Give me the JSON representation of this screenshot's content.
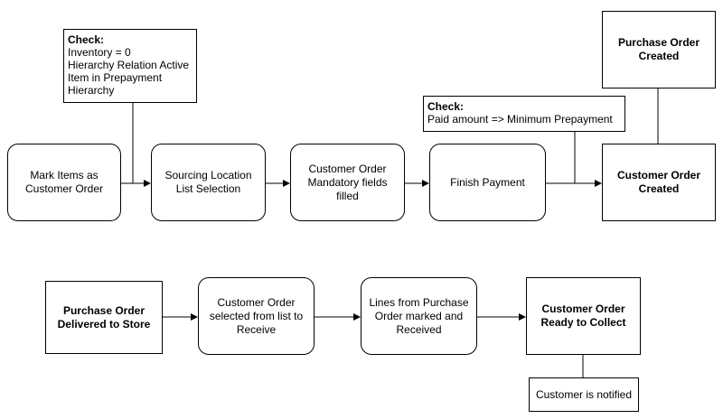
{
  "checks": {
    "inventory": {
      "title": "Check:",
      "lines": "Inventory = 0\nHierarchy Relation Active\nItem in Prepayment\nHierarchy"
    },
    "payment": {
      "title": "Check:",
      "lines": "Paid amount => Minimum Prepayment"
    }
  },
  "row1": {
    "mark_items": "Mark Items as\nCustomer Order",
    "sourcing": "Sourcing Location\nList Selection",
    "mandatory": "Customer Order\nMandatory fields\nfilled",
    "finish_payment": "Finish Payment",
    "co_created": "Customer Order\nCreated",
    "po_created": "Purchase Order\nCreated"
  },
  "row2": {
    "po_delivered": "Purchase Order\nDelivered to Store",
    "co_selected": "Customer Order\nselected from list to\nReceive",
    "lines_received": "Lines from Purchase\nOrder marked and\nReceived",
    "ready": "Customer Order\nReady to Collect",
    "notified": "Customer is notified"
  }
}
